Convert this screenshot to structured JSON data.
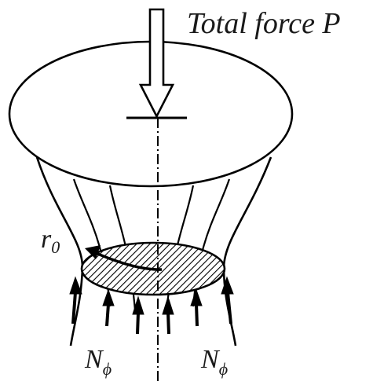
{
  "labels": {
    "total_force": "Total force P",
    "radius_main": "r",
    "radius_sub": "0",
    "membrane_force_left_main": "N",
    "membrane_force_left_sub": "ϕ",
    "membrane_force_right_main": "N",
    "membrane_force_right_sub": "ϕ"
  },
  "colors": {
    "stroke": "#000000",
    "hatch": "#000000",
    "background": "#ffffff"
  },
  "icons": {
    "applied_load": "hollow-down-arrow-icon",
    "reaction_arrows": "solid-up-arrow-icon"
  }
}
